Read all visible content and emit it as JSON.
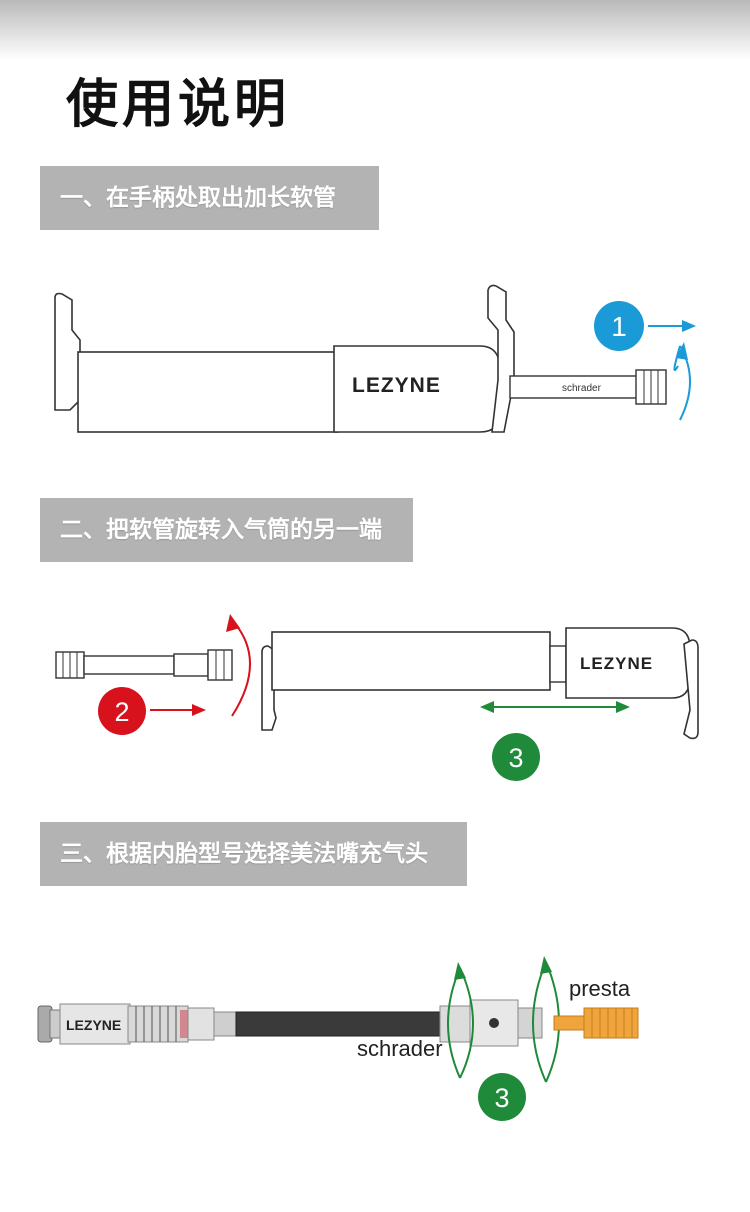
{
  "title": "使用说明",
  "sections": [
    {
      "heading": "一、在手柄处取出加长软管",
      "brand": "LEZYNE",
      "hose_label": "schrader",
      "step_badge": "1",
      "colors": {
        "badge": "#1a9ad6",
        "arrow": "#1a9ad6"
      }
    },
    {
      "heading": "二、把软管旋转入气筒的另一端",
      "brand": "LEZYNE",
      "step_badges": [
        "2",
        "3"
      ],
      "colors": {
        "badge_2": "#d8121d",
        "badge_3": "#1f8a3a",
        "arrow_red": "#d8121d",
        "arrow_green": "#1f8a3a"
      }
    },
    {
      "heading": "三、根据内胎型号选择美法嘴充气头",
      "brand": "LEZYNE",
      "label_schrader": "schrader",
      "label_presta": "presta",
      "step_badge": "3",
      "colors": {
        "badge": "#1f8a3a",
        "presta_valve": "#f0a53c"
      }
    }
  ]
}
